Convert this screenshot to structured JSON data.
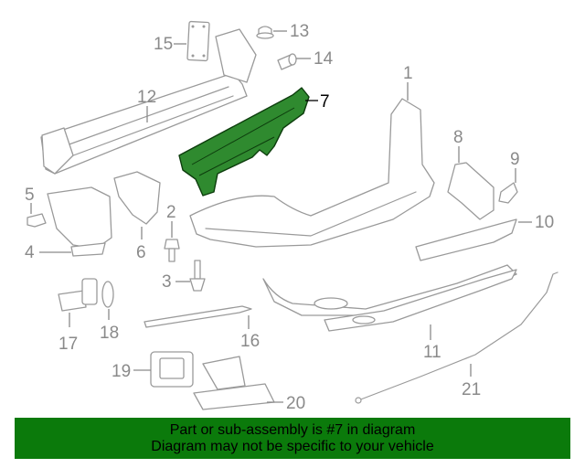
{
  "highlighted_part": "7",
  "colors": {
    "highlight": "#2f8a2f",
    "banner": "#0b7a0b",
    "part_outline": "#9a9a9a",
    "callout_text": "#8a8a8a"
  },
  "callouts": {
    "c1": "1",
    "c2": "2",
    "c3": "3",
    "c4": "4",
    "c5": "5",
    "c6": "6",
    "c7": "7",
    "c8": "8",
    "c9": "9",
    "c10": "10",
    "c11": "11",
    "c12": "12",
    "c13": "13",
    "c14": "14",
    "c15": "15",
    "c16": "16",
    "c17": "17",
    "c18": "18",
    "c19": "19",
    "c20": "20",
    "c21": "21"
  },
  "banner": {
    "line1": "Part or sub-assembly is #7 in diagram",
    "line2": "Diagram may not be specific to your vehicle"
  }
}
